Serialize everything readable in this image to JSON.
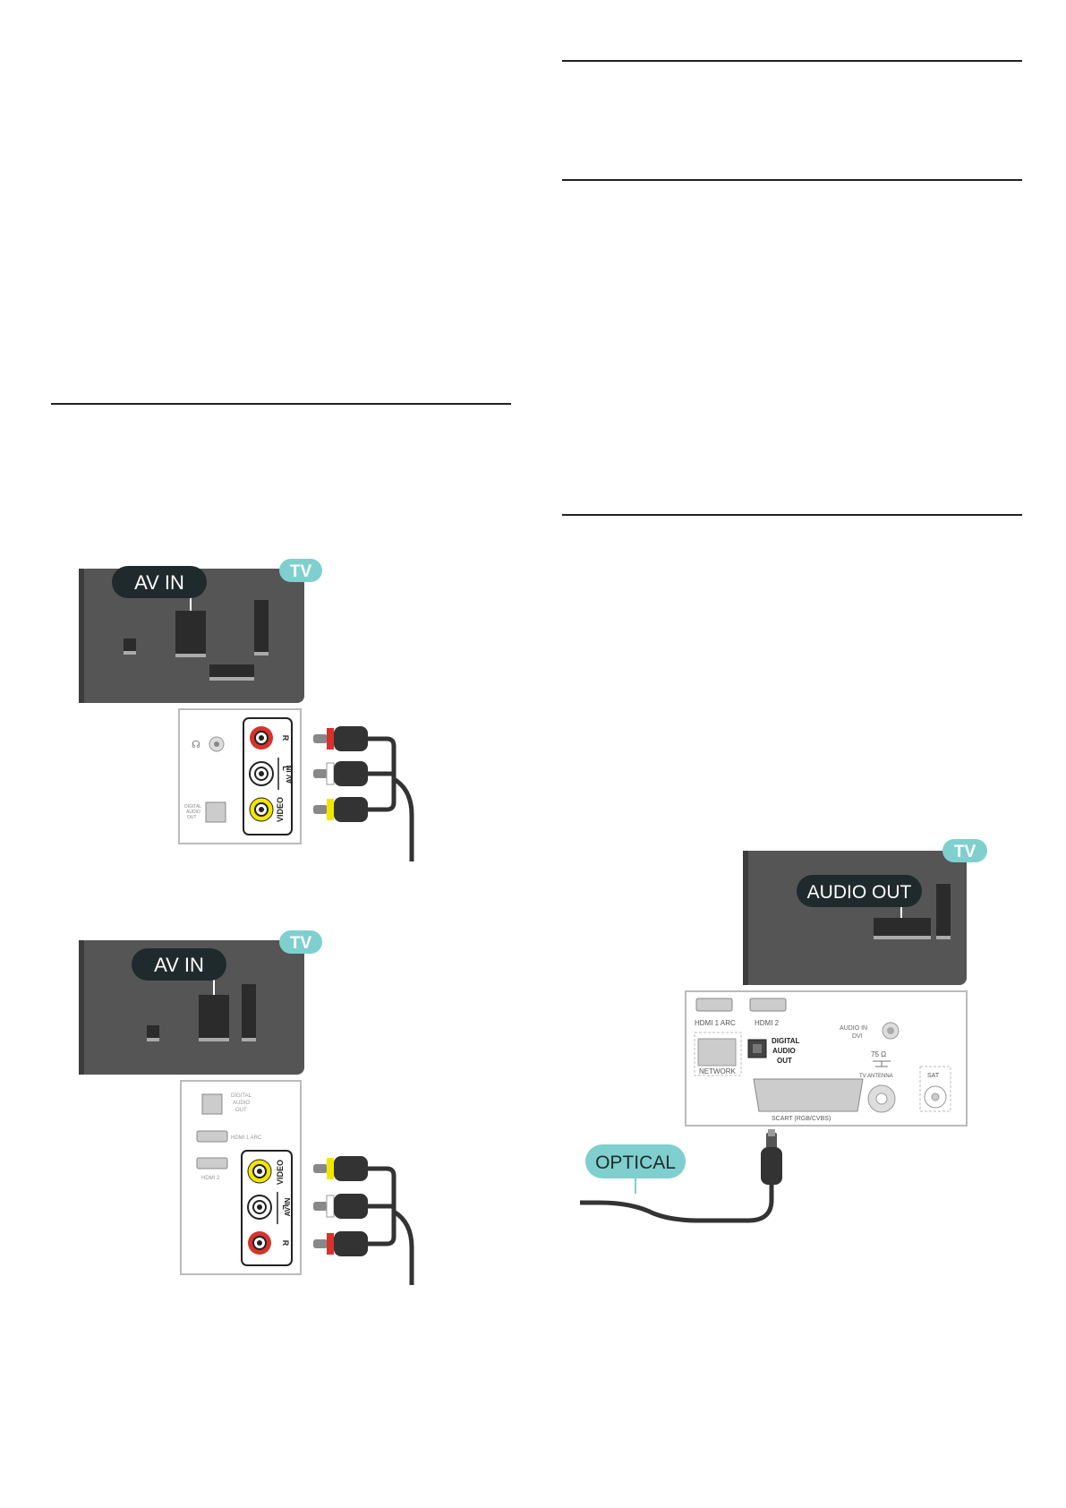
{
  "colors": {
    "tv_panel": "#555555",
    "tv_panel_shadow": "#3c3c3c",
    "callout_dark": "#1f2a2c",
    "tv_badge": "#7fcfcf",
    "optical_badge": "#7fcfcf",
    "rca_red": "#d6332b",
    "rca_yellow": "#f2e600",
    "rca_white": "#ffffff",
    "cable": "#333333",
    "port_panel_border": "#bbbbbb"
  },
  "illustrations": {
    "av_in_top": {
      "callout_label": "AV IN",
      "tv_badge": "TV",
      "port_labels": {
        "right": "R",
        "left": "L",
        "group": "AV IN",
        "video": "VIDEO",
        "digital_audio_out": [
          "DIGITAL",
          "AUDIO",
          "OUT"
        ]
      }
    },
    "av_in_bottom": {
      "callout_label": "AV IN",
      "tv_badge": "TV",
      "port_labels": {
        "digital_audio_out": [
          "DIGITAL",
          "AUDIO",
          "OUT"
        ],
        "hdmi1": "HDMI 1 ARC",
        "hdmi2": "HDMI 2",
        "video": "VIDEO",
        "left": "L",
        "group": "AV IN",
        "right": "R"
      }
    },
    "audio_out": {
      "callout_label": "AUDIO OUT",
      "tv_badge": "TV",
      "cable_label": "OPTICAL",
      "port_labels": {
        "hdmi1": "HDMI 1 ARC",
        "hdmi2": "HDMI 2",
        "audio_in": [
          "AUDIO IN",
          "DVI"
        ],
        "digital_audio_out": [
          "DIGITAL",
          "AUDIO",
          "OUT"
        ],
        "ohm": "75 Ω",
        "network": "NETWORK",
        "tv_antenna": "TV ANTENNA",
        "sat": "SAT",
        "scart": "SCART (RGB/CVBS)"
      }
    }
  }
}
